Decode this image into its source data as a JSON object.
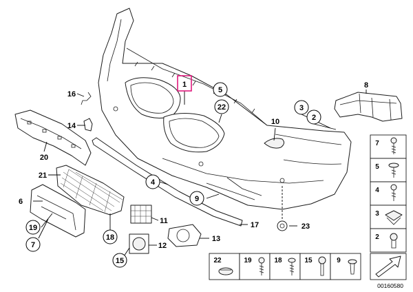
{
  "diagram": {
    "labels": {
      "l1": "1",
      "l2": "2",
      "l3": "3",
      "l4": "4",
      "l5": "5",
      "l6": "6",
      "l7": "7",
      "l8": "8",
      "l9": "9",
      "l10": "10",
      "l11": "11",
      "l12": "12",
      "l13": "13",
      "l14": "14",
      "l15": "15",
      "l16": "16",
      "l17": "17",
      "l18": "18",
      "l19": "19",
      "l20": "20",
      "l21": "21",
      "l22": "22",
      "l23": "23"
    },
    "side_legend": [
      "7",
      "5",
      "4",
      "3",
      "2"
    ],
    "bottom_legend": [
      "22",
      "19",
      "18",
      "15",
      "9"
    ],
    "doc_number": "00160580",
    "highlight_color": "#e0197d"
  }
}
